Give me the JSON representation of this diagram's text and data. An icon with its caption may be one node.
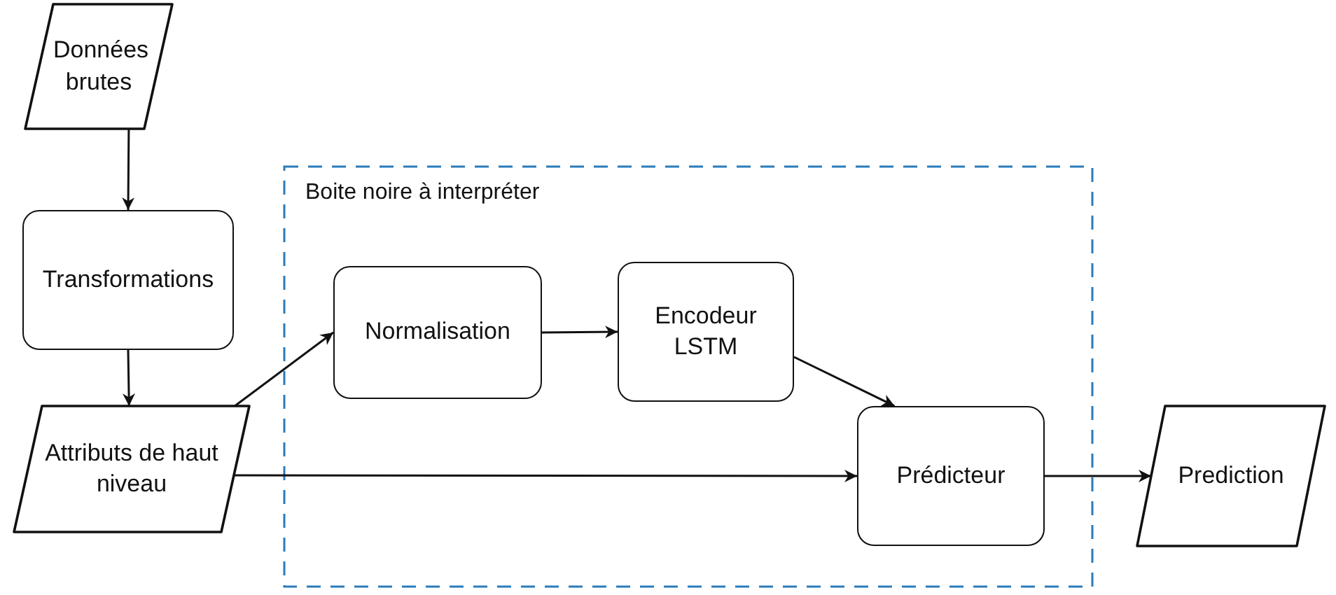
{
  "diagram": {
    "nodes": [
      {
        "text": [
          "Données brutes"
        ]
      },
      {
        "text": [
          "Transformations"
        ]
      },
      {
        "text": [
          "Attributs de haut niveau"
        ]
      },
      {
        "text": [
          "Boite noire à interpréter"
        ]
      },
      {
        "text": [
          "Normalisation"
        ],
        "in": 3
      },
      {
        "text": [
          "Encodeur LSTM"
        ],
        "in": 3
      },
      {
        "text": [
          "Prédicteur"
        ],
        "in": 3
      },
      {
        "text": [
          "Prediction"
        ]
      }
    ],
    "edges": [
      {
        "from": 0,
        "to": 1,
        "arrow": "to"
      },
      {
        "from": 1,
        "to": 2,
        "arrow": "to"
      },
      {
        "from": 2,
        "to": 4,
        "arrow": "to"
      },
      {
        "from": 4,
        "to": 5,
        "arrow": "to"
      },
      {
        "from": 5,
        "to": 6,
        "arrow": "to"
      },
      {
        "from": 2,
        "to": 6,
        "arrow": "to"
      },
      {
        "from": 6,
        "to": 7,
        "arrow": "to"
      }
    ]
  }
}
